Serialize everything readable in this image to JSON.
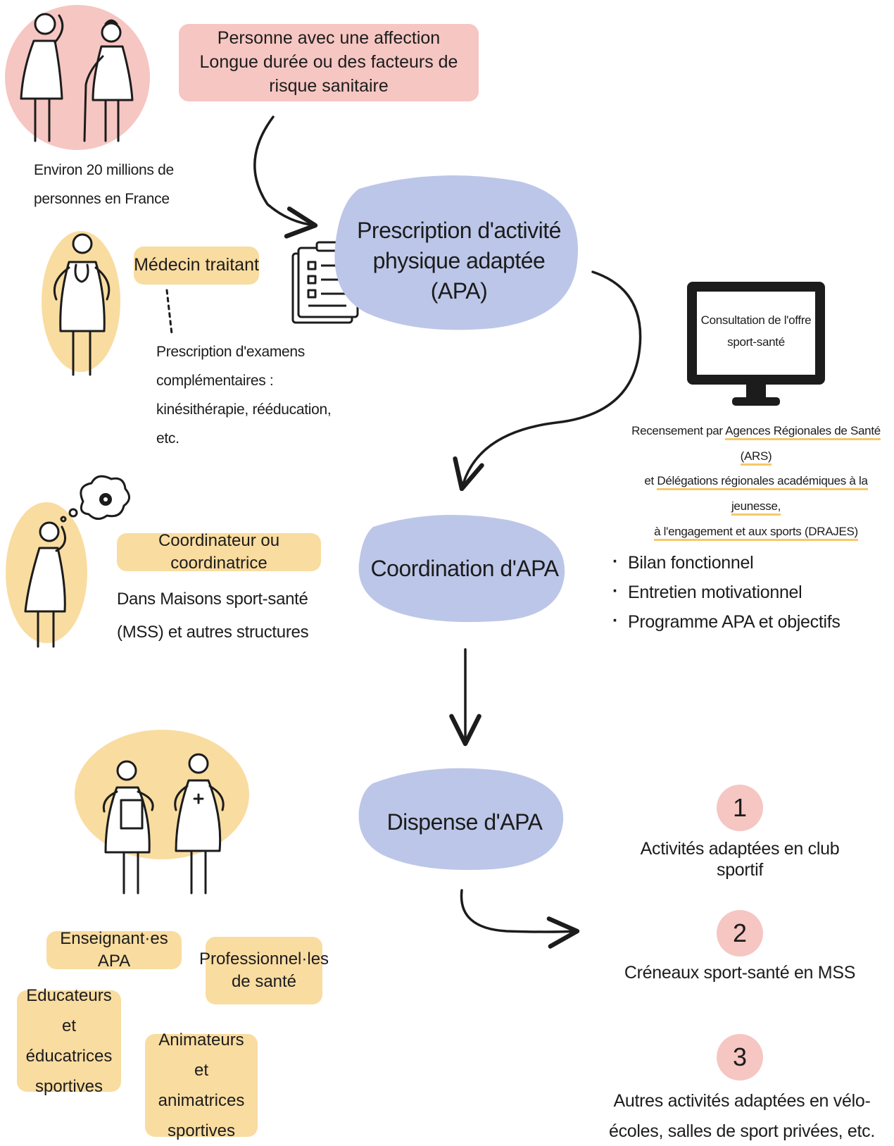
{
  "colors": {
    "pink": "#f6c6c2",
    "yellow": "#f9dca0",
    "blue": "#bcc6e8",
    "ink": "#1c1c1c"
  },
  "top": {
    "population_box": "Personne avec une affection Longue durée ou des facteurs de risque sanitaire",
    "population_caption": "Environ 20 millions de personnes en France"
  },
  "doctor": {
    "label": "Médecin traitant",
    "note": "Prescription d'examens complémentaires : kinésithérapie, rééducation, etc."
  },
  "steps": [
    {
      "label": "Prescription d'activité physique adaptée (APA)"
    },
    {
      "label": "Coordination d'APA"
    },
    {
      "label": "Dispense d'APA"
    }
  ],
  "offer": {
    "screen_text": "Consultation de l'offre sport-santé",
    "census_prefix": "Recensement par",
    "census_ars": "Agences Régionales de Santé (ARS)",
    "census_and": "et",
    "census_drajes_1": "Délégations régionales académiques à la jeunesse,",
    "census_drajes_2": "à l'engagement et aux sports (DRAJES)"
  },
  "coordinator": {
    "label": "Coordinateur ou coordinatrice",
    "note": "Dans Maisons sport-santé (MSS) et autres structures"
  },
  "coordination_items": [
    "Bilan fonctionnel",
    "Entretien motivationnel",
    "Programme APA et objectifs"
  ],
  "providers": [
    "Enseignant·es APA",
    "Professionnel·les de santé",
    "Educateurs et éducatrices sportives",
    "Animateurs et animatrices sportives"
  ],
  "options": [
    {
      "number": "1",
      "label": "Activités adaptées en club sportif"
    },
    {
      "number": "2",
      "label": "Créneaux sport-santé en MSS"
    },
    {
      "number": "3",
      "label": "Autres activités adaptées en vélo-écoles, salles de sport privées, etc."
    }
  ]
}
